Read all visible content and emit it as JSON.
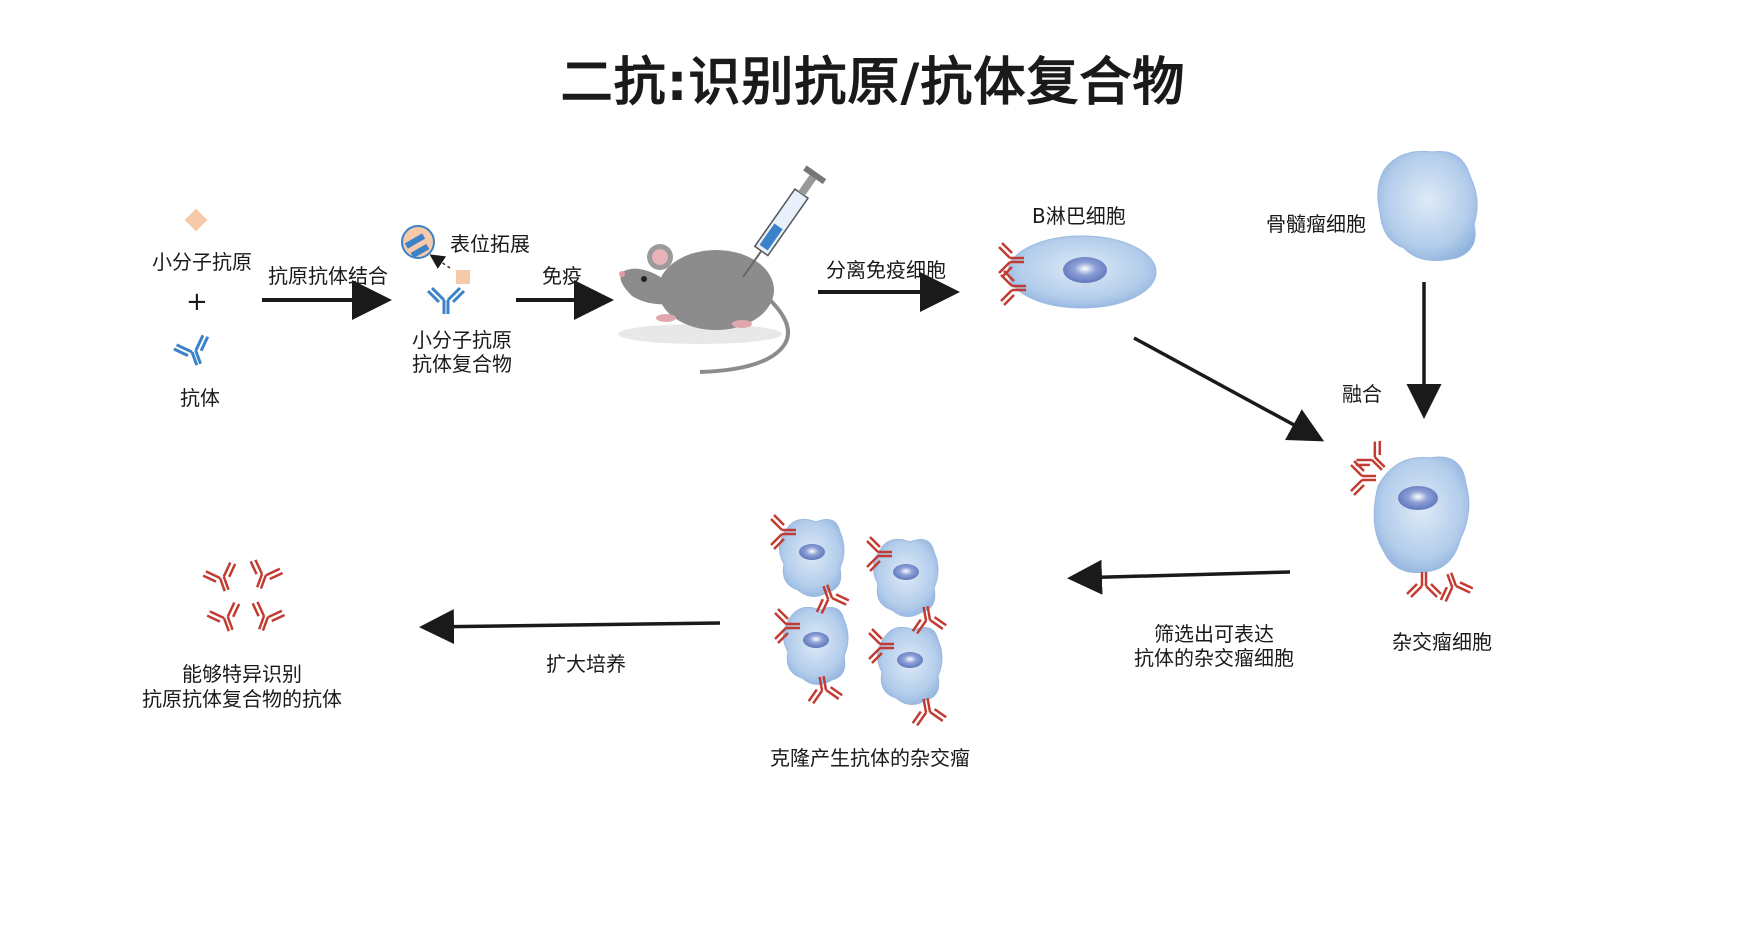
{
  "title": "二抗:识别抗原/抗体复合物",
  "labels": {
    "small_molecule_antigen": "小分子抗原",
    "plus": "+",
    "antibody": "抗体",
    "binding": "抗原抗体结合",
    "epitope_expansion": "表位拓展",
    "complex_line1": "小分子抗原",
    "complex_line2": "抗体复合物",
    "immunize": "免疫",
    "isolate_immune_cells": "分离免疫细胞",
    "b_lymphocyte": "B淋巴细胞",
    "myeloma_cell": "骨髓瘤细胞",
    "fusion": "融合",
    "hybridoma": "杂交瘤细胞",
    "screen_line1": "筛选出可表达",
    "screen_line2": "抗体的杂交瘤细胞",
    "clone_hybridoma": "克隆产生抗体的杂交瘤",
    "expand_culture": "扩大培养",
    "result_line1": "能够特异识别",
    "result_line2": "抗原抗体复合物的抗体"
  },
  "colors": {
    "antigen": "#f6c9a8",
    "antibody_blue": "#3b82c8",
    "antibody_red": "#c23b32",
    "cell_fill": "#b8d3ee",
    "nucleus": "#6f86c7",
    "mouse": "#8c8c8c",
    "arrow": "#1a1a1a"
  }
}
